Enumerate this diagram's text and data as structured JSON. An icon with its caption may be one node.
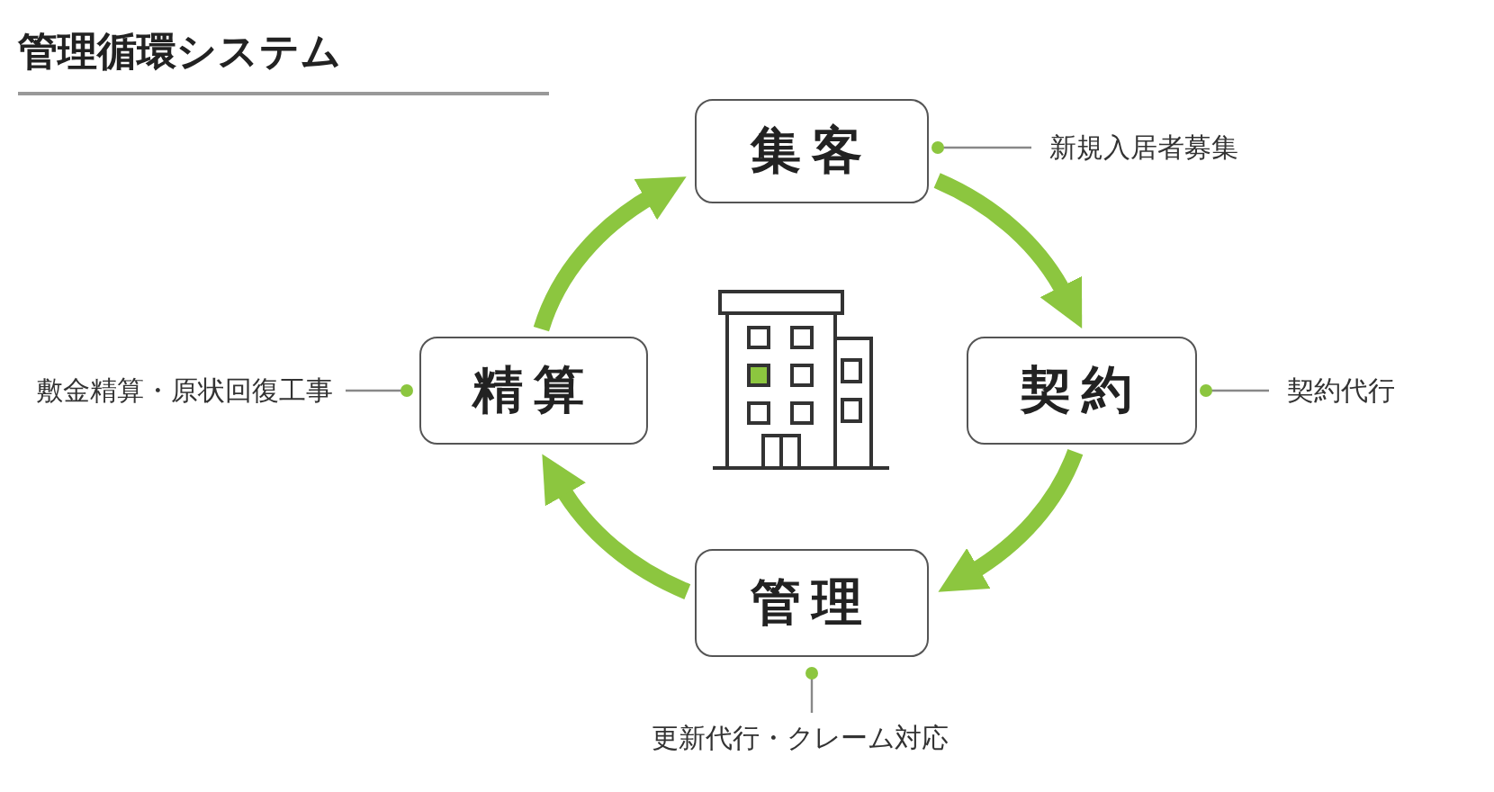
{
  "diagram": {
    "title": "管理循環システム",
    "nodes": [
      {
        "text": [
          "集客"
        ]
      },
      {
        "text": [
          "契約"
        ]
      },
      {
        "text": [
          "管理"
        ]
      },
      {
        "text": [
          "精算"
        ]
      },
      {
        "text": [
          "新規入居者募集"
        ]
      },
      {
        "text": [
          "契約代行"
        ]
      },
      {
        "text": [
          "更新代行・クレーム対応"
        ]
      },
      {
        "text": [
          "敷金精算・原状回復工事"
        ]
      }
    ],
    "edges": [
      {
        "from": 0,
        "to": 1,
        "arrow": "to",
        "style": "thick",
        "color": "#8cc63f"
      },
      {
        "from": 1,
        "to": 2,
        "arrow": "to",
        "style": "thick",
        "color": "#8cc63f"
      },
      {
        "from": 2,
        "to": 3,
        "arrow": "to",
        "style": "thick",
        "color": "#8cc63f"
      },
      {
        "from": 3,
        "to": 0,
        "arrow": "to",
        "style": "thick",
        "color": "#8cc63f"
      },
      {
        "from": 4,
        "to": 0,
        "arrow": "other"
      },
      {
        "from": 5,
        "to": 1,
        "arrow": "other"
      },
      {
        "from": 6,
        "to": 2,
        "arrow": "other"
      },
      {
        "from": 7,
        "to": 3,
        "arrow": "other"
      }
    ]
  }
}
